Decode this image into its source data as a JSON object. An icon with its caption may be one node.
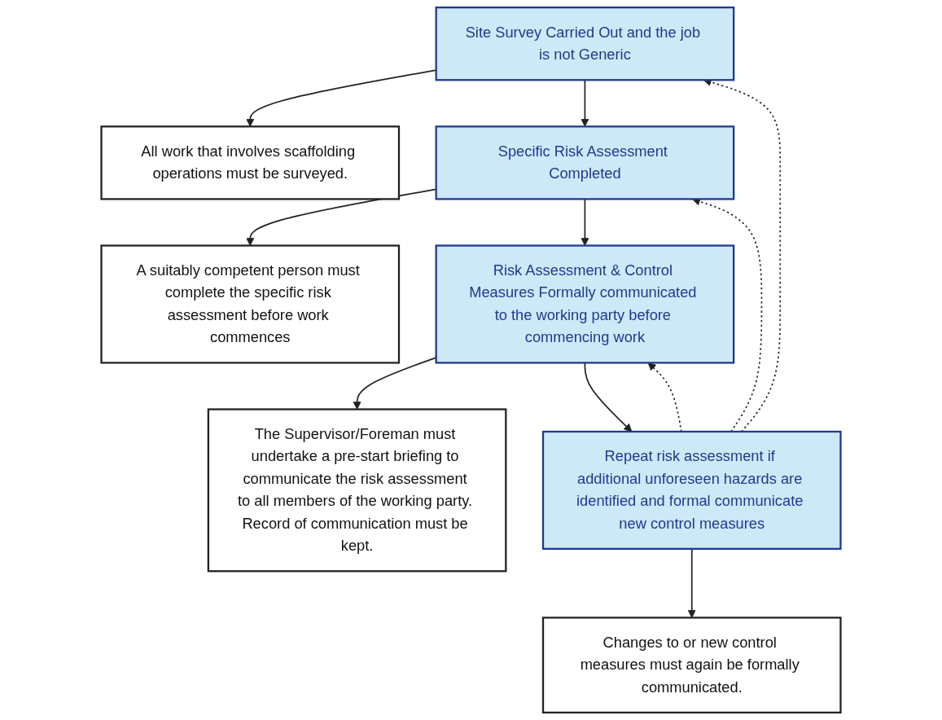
{
  "diagram": {
    "nodes": [
      {
        "text": [
          "Site Survey Carried Out and the job is not Generic"
        ]
      },
      {
        "text": [
          "All work that involves scaffolding operations must be surveyed."
        ]
      },
      {
        "text": [
          "Specific Risk Assessment Completed"
        ]
      },
      {
        "text": [
          "A suitably competent person must complete the specific risk assessment before work commences"
        ]
      },
      {
        "text": [
          "Risk Assessment & Control Measures Formally communicated to the working party before commencing work"
        ]
      },
      {
        "text": [
          "The Supervisor/Foreman must undertake a pre-start briefing to communicate the risk assessment to all members of the working party. Record of communication must be kept."
        ]
      },
      {
        "text": [
          "Repeat risk assessment if additional unforeseen hazards are identified and formal communicate new control measures"
        ]
      },
      {
        "text": [
          "Changes to or new control measures must again be formally communicated."
        ]
      }
    ],
    "edges": [
      {
        "from": 0,
        "to": 1,
        "arrow": "to"
      },
      {
        "from": 0,
        "to": 2,
        "arrow": "to"
      },
      {
        "from": 2,
        "to": 3,
        "arrow": "to"
      },
      {
        "from": 2,
        "to": 4,
        "arrow": "to"
      },
      {
        "from": 4,
        "to": 5,
        "arrow": "to"
      },
      {
        "from": 4,
        "to": 6,
        "arrow": "to"
      },
      {
        "from": 6,
        "to": 7,
        "arrow": "to"
      },
      {
        "from": 6,
        "to": 0,
        "arrow": "to",
        "style": "dashed"
      },
      {
        "from": 6,
        "to": 2,
        "arrow": "to",
        "style": "dashed"
      },
      {
        "from": 6,
        "to": 4,
        "arrow": "to",
        "style": "dashed"
      }
    ]
  }
}
